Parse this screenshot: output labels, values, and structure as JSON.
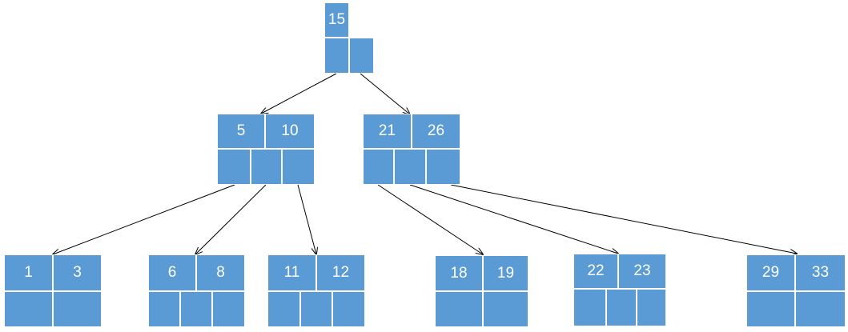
{
  "colors": {
    "node_fill": "#5B9BD5",
    "cell_border": "#FFFFFF",
    "key_text": "#FFFFFF",
    "edge": "#000000"
  },
  "tree": {
    "nodes": {
      "root": {
        "keys": [
          "15"
        ]
      },
      "n5_10": {
        "keys": [
          "5",
          "10"
        ]
      },
      "n21_26": {
        "keys": [
          "21",
          "26"
        ]
      },
      "leaf_1_3": {
        "keys": [
          "1",
          "3"
        ]
      },
      "leaf_6_8": {
        "keys": [
          "6",
          "8"
        ]
      },
      "leaf_11_12": {
        "keys": [
          "11",
          "12"
        ]
      },
      "leaf_18_19": {
        "keys": [
          "18",
          "19"
        ]
      },
      "leaf_22_23": {
        "keys": [
          "22",
          "23"
        ]
      },
      "leaf_29_33": {
        "keys": [
          "29",
          "33"
        ]
      }
    },
    "edges": [
      {
        "from": "root",
        "to": "n5_10"
      },
      {
        "from": "root",
        "to": "n21_26"
      },
      {
        "from": "n5_10",
        "to": "leaf_1_3"
      },
      {
        "from": "n5_10",
        "to": "leaf_6_8"
      },
      {
        "from": "n5_10",
        "to": "leaf_11_12"
      },
      {
        "from": "n21_26",
        "to": "leaf_18_19"
      },
      {
        "from": "n21_26",
        "to": "leaf_22_23"
      },
      {
        "from": "n21_26",
        "to": "leaf_29_33"
      }
    ]
  }
}
